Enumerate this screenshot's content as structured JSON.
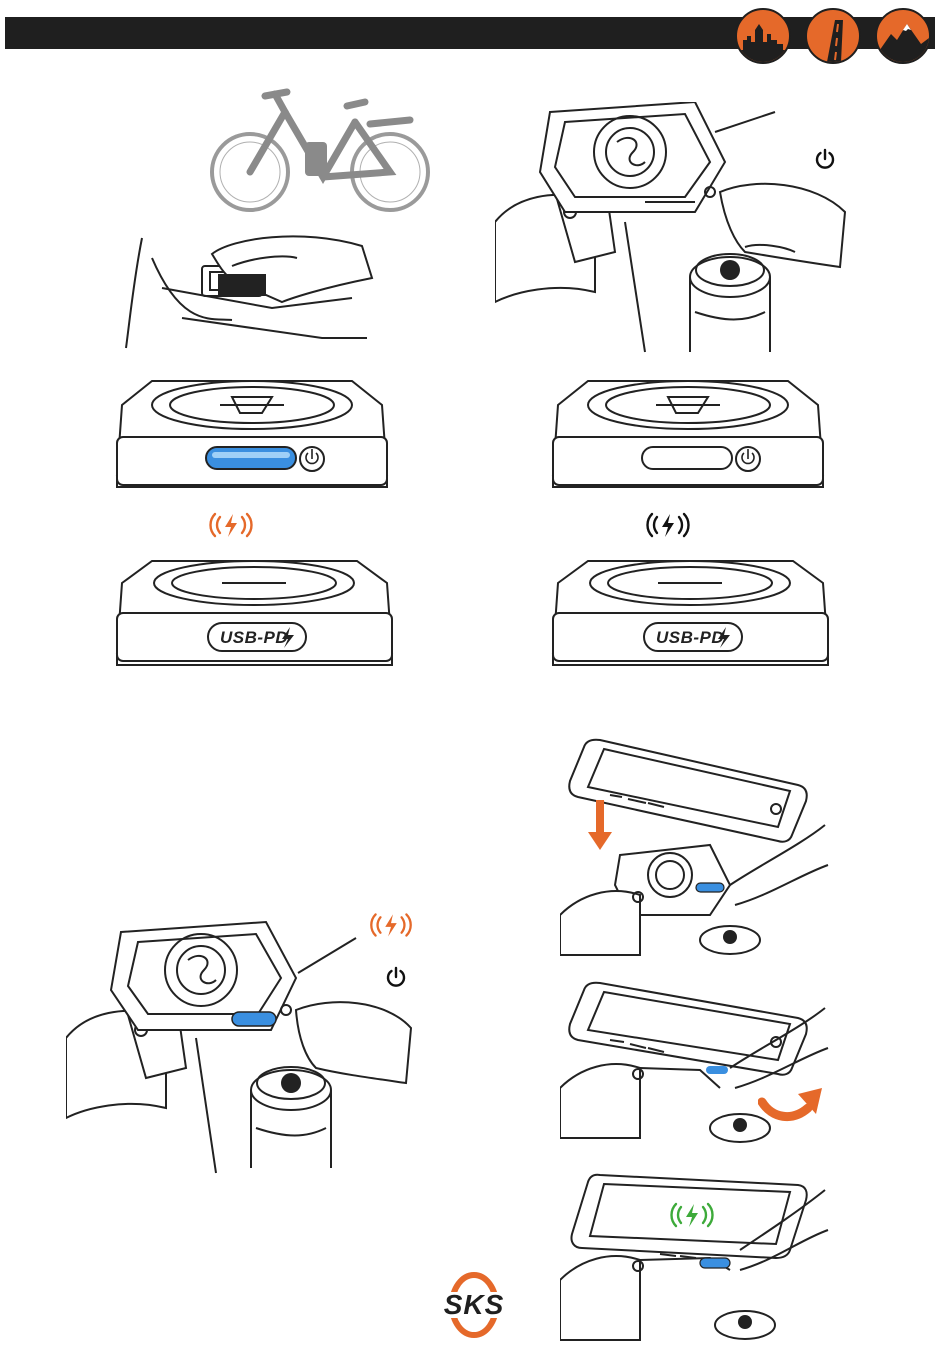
{
  "header": {
    "badges": [
      {
        "name": "city",
        "icon": "city-skyline-icon"
      },
      {
        "name": "road",
        "icon": "road-icon"
      },
      {
        "name": "mountain",
        "icon": "mountain-icon"
      }
    ]
  },
  "labels": {
    "usb_pd_left": "USB-PD",
    "usb_pd_right": "USB-PD"
  },
  "logo": {
    "text": "SKS"
  },
  "colors": {
    "accent_orange": "#e5692a",
    "led_blue": "#3a8fe0",
    "charge_green": "#3daa3a",
    "header_dark": "#1f1f1f"
  },
  "icons": {
    "power": "power-icon",
    "wireless_charge": "wireless-charge-icon",
    "arrow_down": "arrow-down-icon",
    "rotate": "rotate-arrow-icon"
  }
}
